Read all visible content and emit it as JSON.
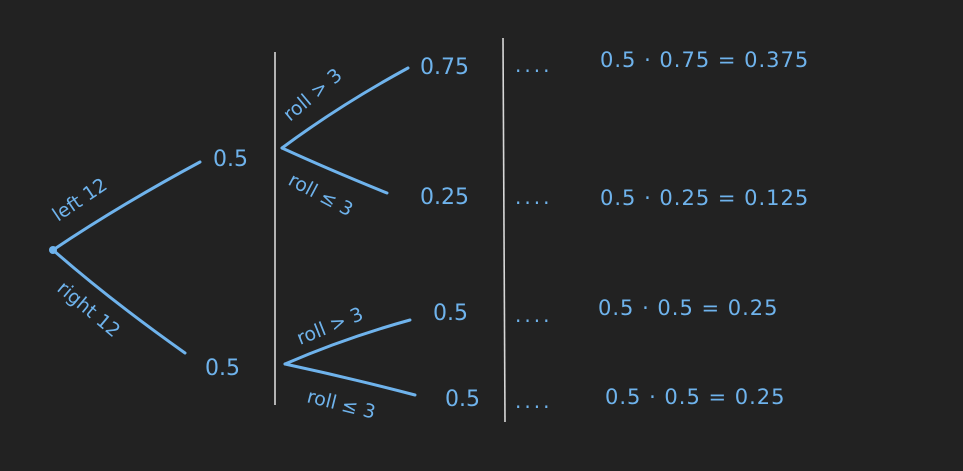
{
  "tree": {
    "first_split": {
      "upper_label": "left 12",
      "lower_label": "right 12",
      "upper_prob": "0.5",
      "lower_prob": "0.5"
    },
    "upper_group": {
      "upper_label": "roll > 3",
      "lower_label": "roll ≤ 3",
      "upper_prob": "0.75",
      "lower_prob": "0.25"
    },
    "lower_group": {
      "upper_label": "roll > 3",
      "lower_label": "roll ≤ 3",
      "upper_prob": "0.5",
      "lower_prob": "0.5"
    }
  },
  "results": [
    {
      "dots": "....",
      "equation": "0.5 · 0.75 = 0.375"
    },
    {
      "dots": "....",
      "equation": "0.5 · 0.25 = 0.125"
    },
    {
      "dots": "....",
      "equation": "0.5 · 0.5 = 0.25"
    },
    {
      "dots": "....",
      "equation": "0.5 · 0.5 = 0.25"
    }
  ],
  "colors": {
    "background": "#222222",
    "ink": "#6fb3ec",
    "divider": "#d8d8d8"
  }
}
